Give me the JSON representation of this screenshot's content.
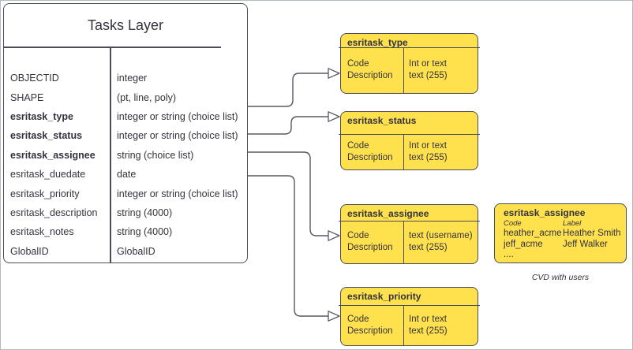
{
  "colors": {
    "background": "#ffffff",
    "frame_border": "#b4bbc1",
    "shape_border": "#4c4c59",
    "accent_yellow": "#ffe04d",
    "text": "#33333e",
    "connector": "#585863"
  },
  "tasks_table": {
    "title": "Tasks Layer",
    "fields": [
      {
        "name": "OBJECTID",
        "type": "integer"
      },
      {
        "name": "SHAPE",
        "type": "(pt, line, poly)"
      },
      {
        "name": "esritask_type",
        "type": "integer or string (choice list)"
      },
      {
        "name": "esritask_status",
        "type": "integer or string (choice list)"
      },
      {
        "name": "esritask_assignee",
        "type": "string (choice list)"
      },
      {
        "name": "esritask_duedate",
        "type": "date"
      },
      {
        "name": "esritask_priority",
        "type": "integer or string (choice list)"
      },
      {
        "name": "esritask_description",
        "type": "string (4000)"
      },
      {
        "name": "esritask_notes",
        "type": "string (4000)"
      },
      {
        "name": "GlobalID",
        "type": "GlobalID"
      }
    ]
  },
  "choice_boxes": [
    {
      "title": "esritask_type",
      "left_rows": [
        "Code",
        "Description"
      ],
      "right_rows": [
        "Int or text",
        "text (255)"
      ]
    },
    {
      "title": "esritask_status",
      "left_rows": [
        "Code",
        "Description"
      ],
      "right_rows": [
        "Int or text",
        "text (255)"
      ]
    },
    {
      "title": "esritask_assignee",
      "left_rows": [
        "Code",
        "Description"
      ],
      "right_rows": [
        "text (username)",
        "text (255)"
      ]
    },
    {
      "title": "esritask_priority",
      "left_rows": [
        "Code",
        "Description"
      ],
      "right_rows": [
        "Int or text",
        "text (255)"
      ]
    }
  ],
  "cvd_box": {
    "title": "esritask_assignee",
    "columns": [
      "Code",
      "Label"
    ],
    "rows": [
      [
        "heather_acme",
        "Heather Smith"
      ],
      [
        "jeff_acme",
        "Jeff Walker"
      ],
      [
        "....",
        ""
      ]
    ],
    "caption": "CVD with users"
  }
}
